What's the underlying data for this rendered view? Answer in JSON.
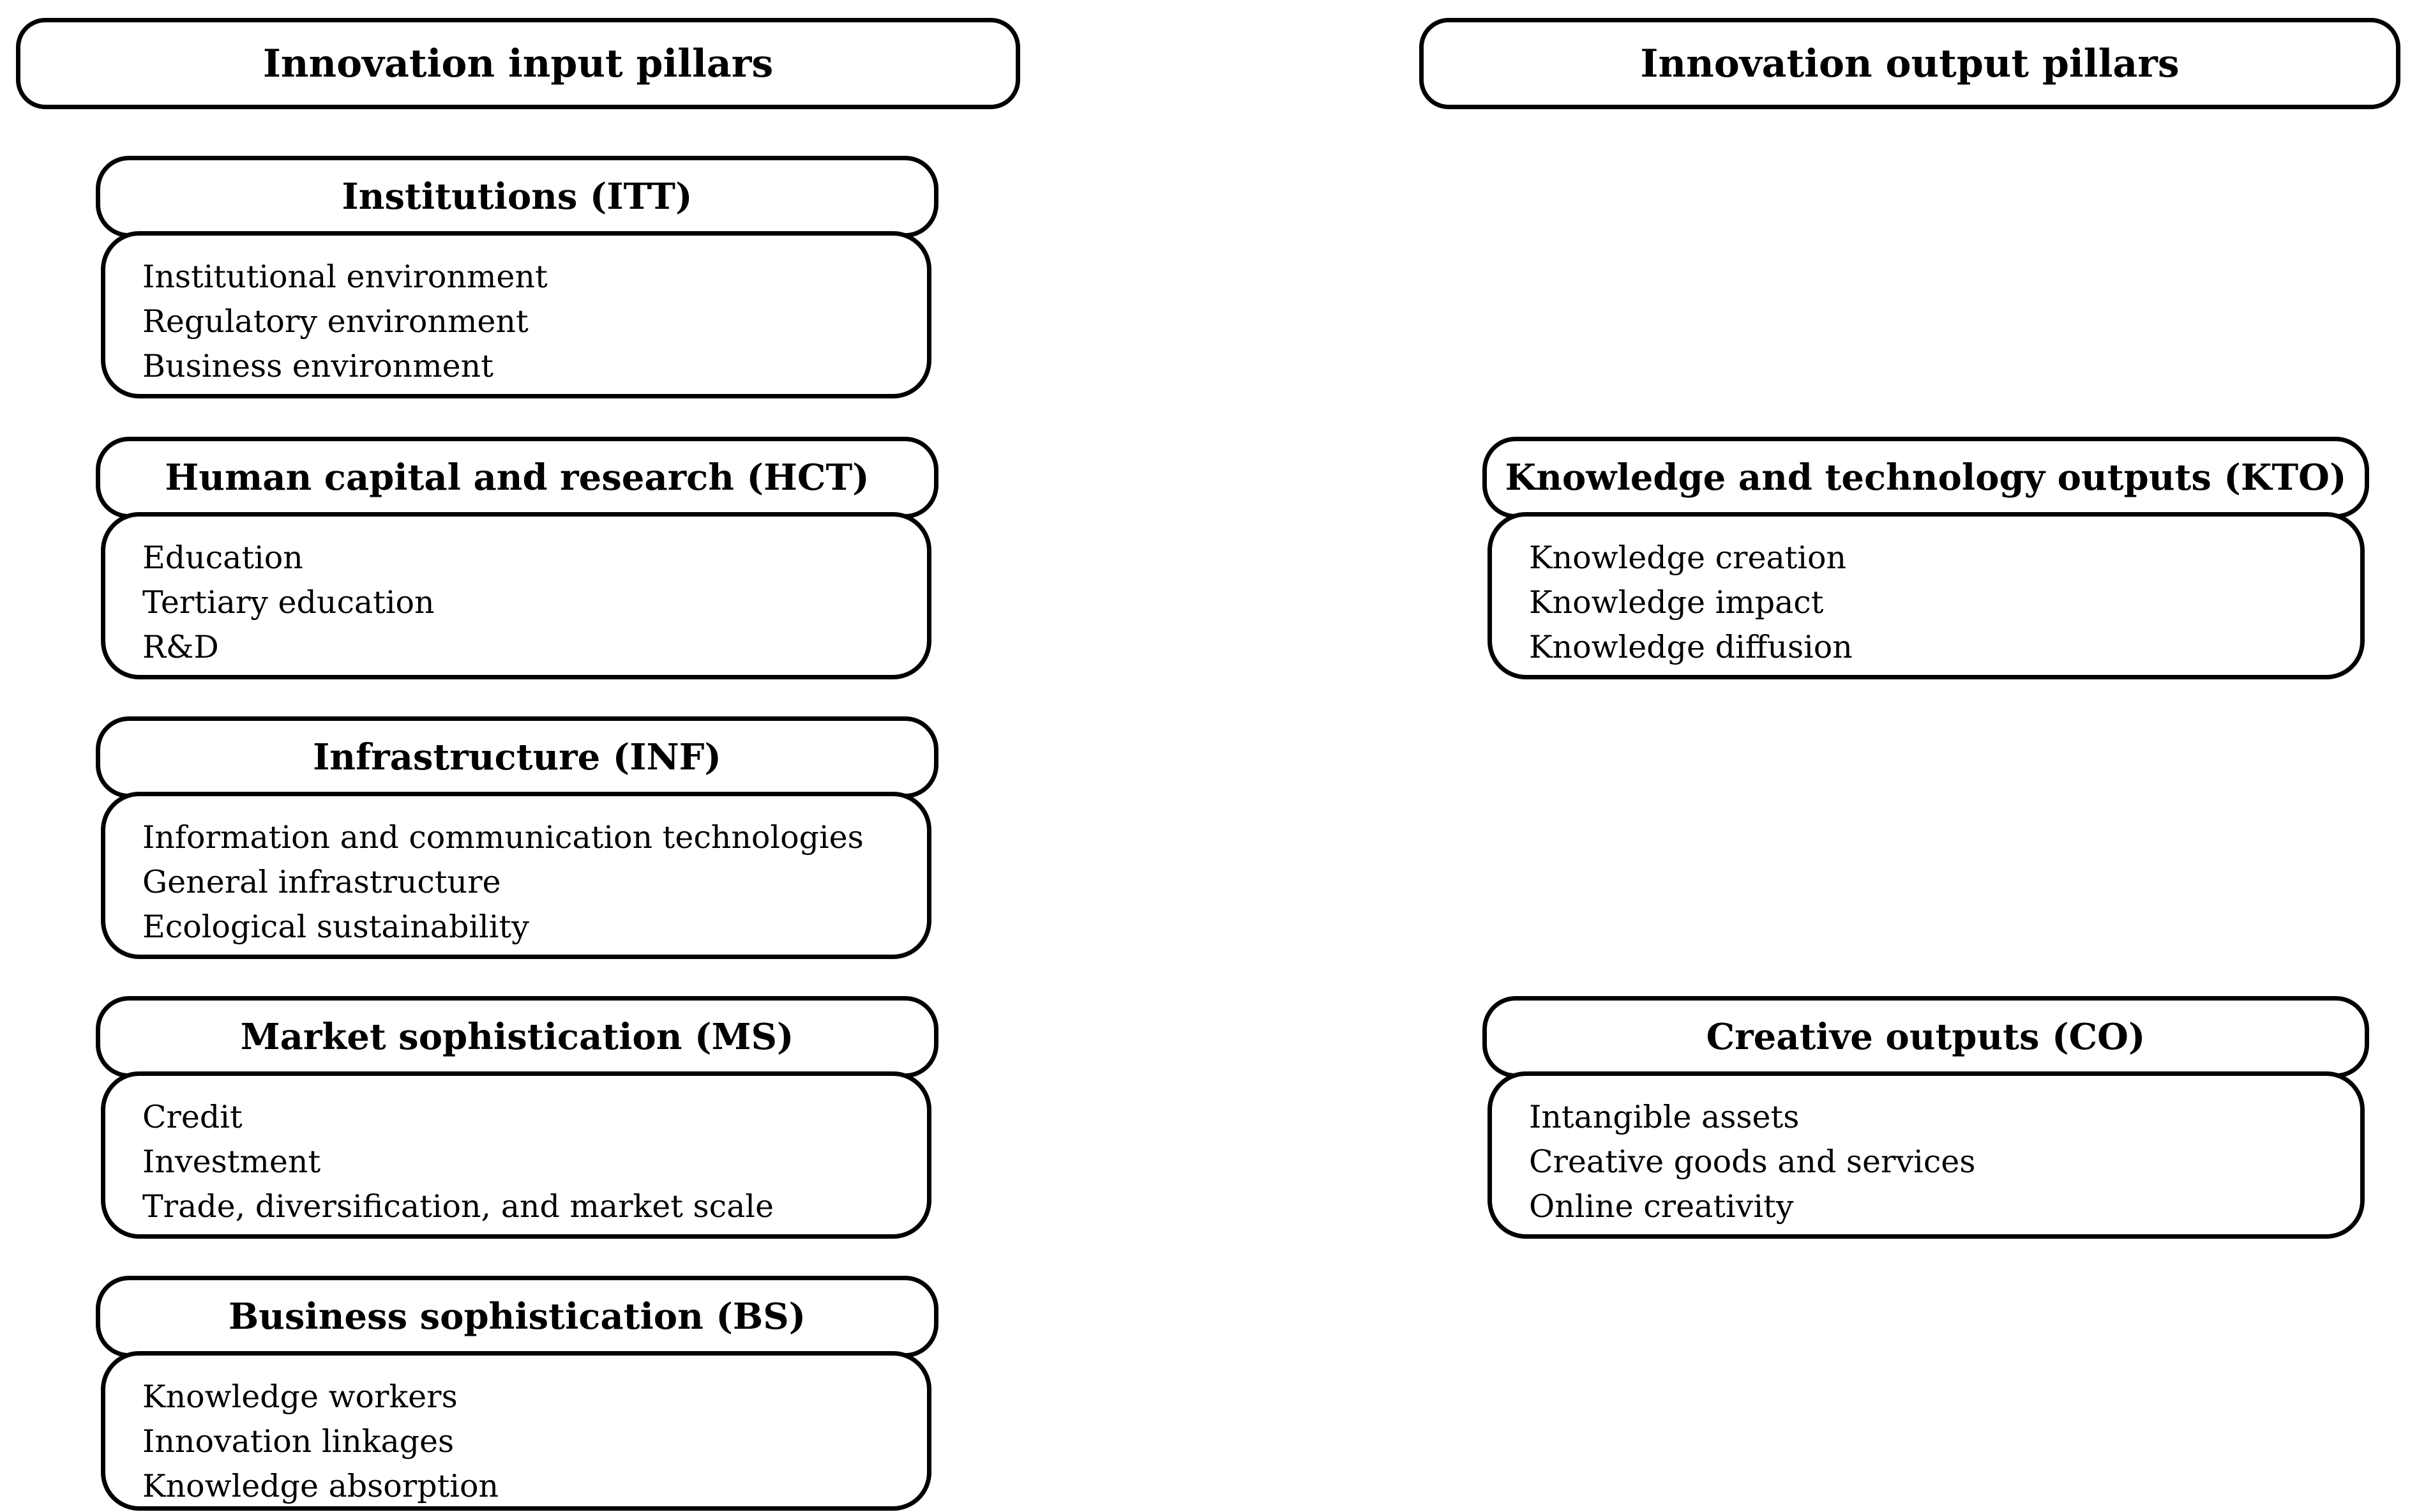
{
  "diagram": {
    "input": {
      "header": "Innovation input pillars",
      "pillars": [
        {
          "title": "Institutions (ITT)",
          "items": [
            "Institutional environment",
            "Regulatory environment",
            "Business environment"
          ]
        },
        {
          "title": "Human capital and research (HCT)",
          "items": [
            "Education",
            "Tertiary education",
            "R&D"
          ]
        },
        {
          "title": "Infrastructure (INF)",
          "items": [
            "Information and communication technologies",
            "General infrastructure",
            "Ecological sustainability"
          ]
        },
        {
          "title": "Market sophistication (MS)",
          "items": [
            "Credit",
            "Investment",
            "Trade, diversification, and market scale"
          ]
        },
        {
          "title": "Business sophistication (BS)",
          "items": [
            "Knowledge workers",
            "Innovation linkages",
            "Knowledge absorption"
          ]
        }
      ]
    },
    "output": {
      "header": "Innovation output pillars",
      "pillars": [
        {
          "title": "Knowledge and technology outputs (KTO)",
          "items": [
            "Knowledge creation",
            "Knowledge impact",
            "Knowledge diffusion"
          ]
        },
        {
          "title": "Creative outputs (CO)",
          "items": [
            "Intangible assets",
            "Creative goods and services",
            "Online creativity"
          ]
        }
      ]
    },
    "colors": {
      "border": "#000000",
      "text": "#000000",
      "background": "#ffffff"
    }
  }
}
